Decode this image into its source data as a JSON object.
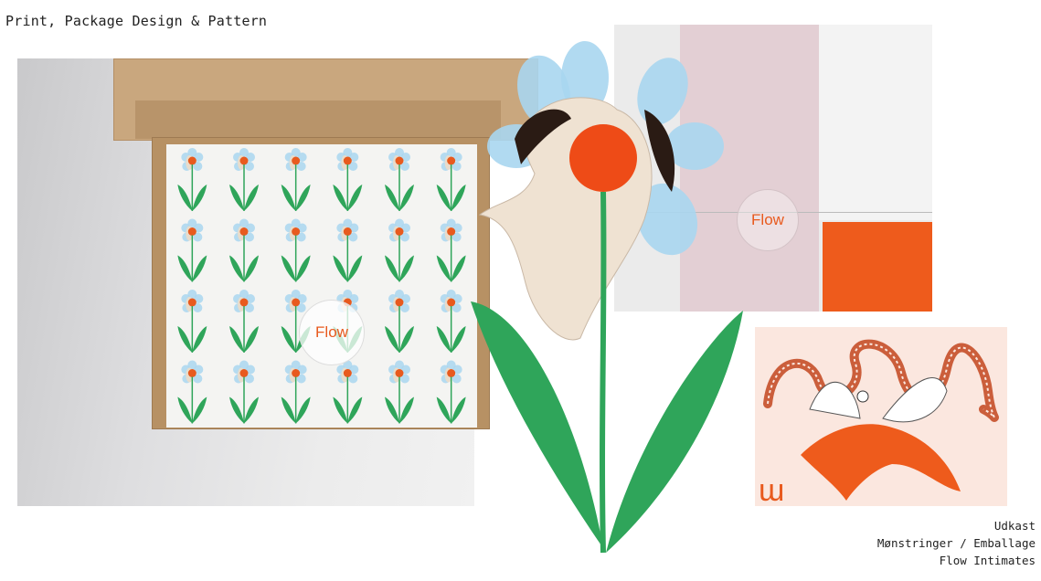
{
  "header": {
    "title": "Print, Package Design & Pattern"
  },
  "caption": {
    "line1": "Udkast",
    "line2": "Mønstringer / Emballage",
    "line3": "Flow Intimates"
  },
  "brand": {
    "sticker_text": "Flow",
    "card_mark": "ɯ",
    "accent": "#e85a1e",
    "leaf_green": "#2fa55a",
    "petal_blue": "#a9d6f0"
  },
  "pattern": {
    "rows": 4,
    "cols": 6
  }
}
